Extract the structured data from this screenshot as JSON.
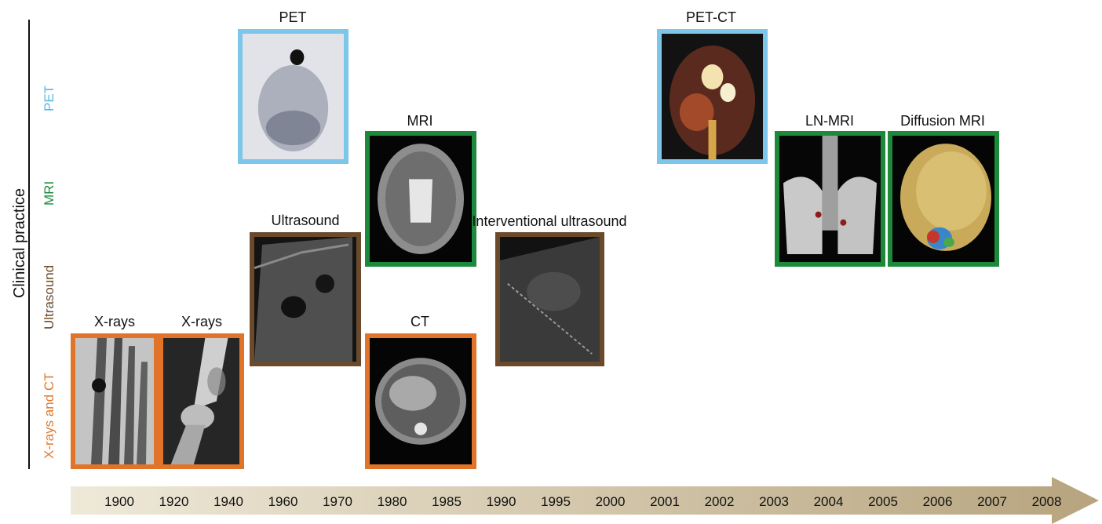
{
  "axis": {
    "title": "Clinical practice",
    "categories": [
      {
        "name": "PET",
        "color": "#5bb7e0"
      },
      {
        "name": "MRI",
        "color": "#1f8a3c"
      },
      {
        "name": "Ultrasound",
        "color": "#6b4a2b"
      },
      {
        "name": "X-rays and CT",
        "color": "#e07a2e"
      }
    ]
  },
  "colors": {
    "pet": "#7cc6ea",
    "mri": "#1d8a3b",
    "ultrasound": "#6b4a2b",
    "xray_ct": "#e2742a",
    "timeline": "#d8cdb4"
  },
  "images": [
    {
      "label": "X-rays",
      "category": "X-rays and CT",
      "icon": "hand-xray-image"
    },
    {
      "label": "X-rays",
      "category": "X-rays and CT",
      "icon": "knee-xray-image"
    },
    {
      "label": "Ultrasound",
      "category": "Ultrasound",
      "icon": "ultrasound-scan-image"
    },
    {
      "label": "PET",
      "category": "PET",
      "icon": "pet-scan-image"
    },
    {
      "label": "MRI",
      "category": "MRI",
      "icon": "brain-mri-image"
    },
    {
      "label": "CT",
      "category": "X-rays and CT",
      "icon": "abdominal-ct-image"
    },
    {
      "label": "Interventional ultrasound",
      "category": "Ultrasound",
      "icon": "interventional-ultrasound-image"
    },
    {
      "label": "PET-CT",
      "category": "PET",
      "icon": "pet-ct-image"
    },
    {
      "label": "LN-MRI",
      "category": "MRI",
      "icon": "pelvis-mri-image"
    },
    {
      "label": "Diffusion MRI",
      "category": "MRI",
      "icon": "diffusion-mri-brain-image"
    }
  ],
  "timeline": {
    "years": [
      "1900",
      "1920",
      "1940",
      "1960",
      "1970",
      "1980",
      "1985",
      "1990",
      "1995",
      "2000",
      "2001",
      "2002",
      "2003",
      "2004",
      "2005",
      "2006",
      "2007",
      "2008"
    ]
  }
}
